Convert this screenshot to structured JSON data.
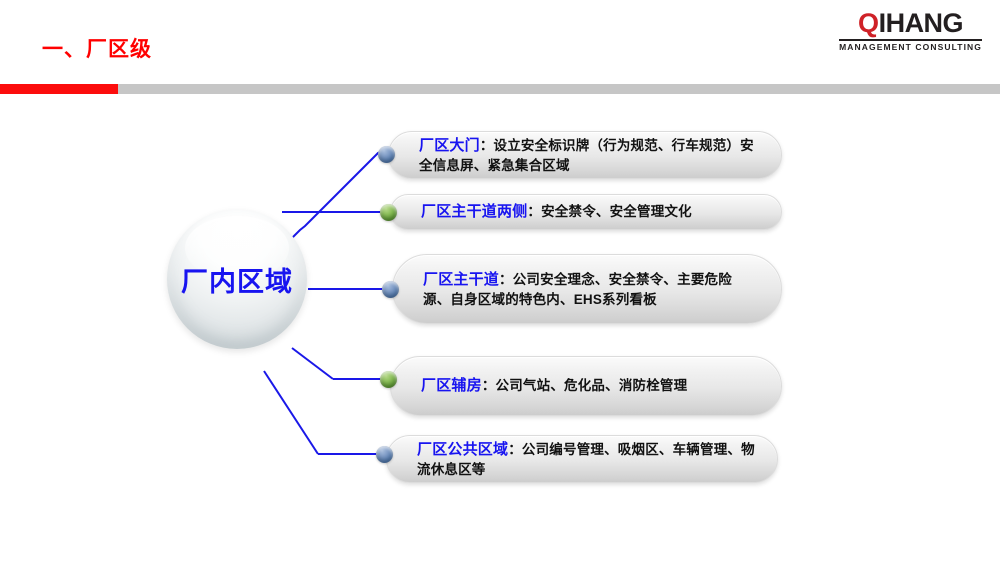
{
  "header": {
    "title": "一、厂区级",
    "rule_red_color": "#fc0d0d",
    "rule_gray_color": "#c6c6c6"
  },
  "logo": {
    "first_letter": "Q",
    "rest": "IHANG",
    "tagline": "MANAGEMENT  CONSULTING",
    "accent_color": "#cf2127",
    "text_color": "#231f20"
  },
  "diagram": {
    "center": {
      "label": "厂内区域",
      "label_color": "#1814f0"
    },
    "nodes": [
      {
        "key": "厂区大门",
        "separator": "：",
        "body": "设立安全标识牌（行为规范、行车规范）安全信息屏、紧急集合区域",
        "bullet_color": "blue"
      },
      {
        "key": "厂区主干道两侧",
        "separator": "：",
        "body": "安全禁令、安全管理文化",
        "bullet_color": "green"
      },
      {
        "key": "厂区主干道",
        "separator": "：",
        "body": "公司安全理念、安全禁令、主要危险源、自身区域的特色内、EHS系列看板",
        "bullet_color": "blue"
      },
      {
        "key": "厂区辅房",
        "separator": "：",
        "body": "公司气站、危化品、消防栓管理",
        "bullet_color": "green"
      },
      {
        "key": "厂区公共区域",
        "separator": "：",
        "body": "公司编号管理、吸烟区、车辆管理、物流休息区等",
        "bullet_color": "blue"
      }
    ],
    "connector_color": "#1a18e8"
  }
}
